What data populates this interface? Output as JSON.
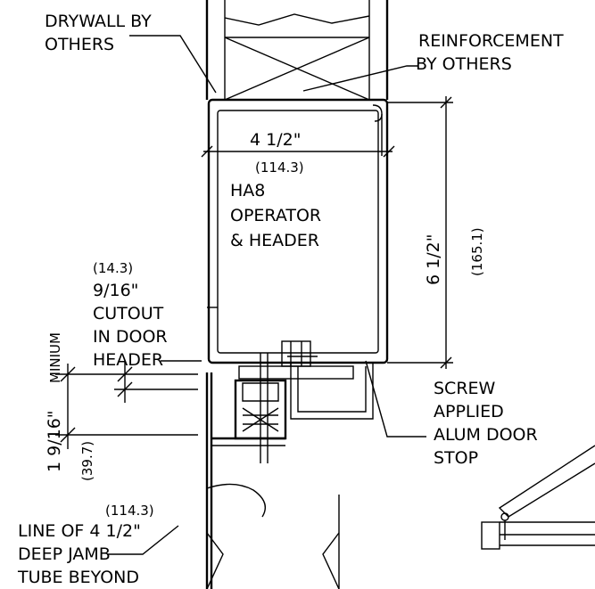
{
  "labels": {
    "drywall_1": "DRYWALL BY",
    "drywall_2": "OTHERS",
    "reinforcement_1": "REINFORCEMENT",
    "reinforcement_2": "BY OTHERS",
    "width_dim": "4 1/2\"",
    "width_mm": "(114.3)",
    "operator_1": "HA8",
    "operator_2": "OPERATOR",
    "operator_3": "& HEADER",
    "height_dim": "6 1/2\"",
    "height_mm": "(165.1)",
    "cutout_mm": "(14.3)",
    "cutout_1": "9/16\"",
    "cutout_2": "CUTOUT",
    "cutout_3": "IN DOOR",
    "cutout_4": "HEADER",
    "minimum": "MINIUM",
    "door_dim": "1 9/16\"",
    "door_mm": "(39.7)",
    "screw_1": "SCREW",
    "screw_2": "APPLIED",
    "screw_3": "ALUM DOOR",
    "screw_4": "STOP",
    "jamb_mm": "(114.3)",
    "jamb_1": "LINE OF 4 1/2\"",
    "jamb_2": "DEEP JAMB",
    "jamb_3": "TUBE BEYOND"
  }
}
